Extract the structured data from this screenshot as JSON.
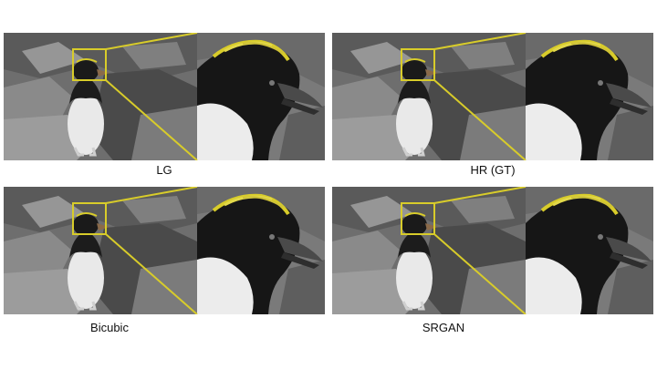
{
  "figure": {
    "highlight_color": "#d8cc2a",
    "panels": [
      {
        "id": "lg",
        "caption": "LG"
      },
      {
        "id": "hr",
        "caption": "HR (GT)"
      },
      {
        "id": "bicubic",
        "caption": "Bicubic"
      },
      {
        "id": "srgan",
        "caption": "SRGAN"
      }
    ]
  }
}
